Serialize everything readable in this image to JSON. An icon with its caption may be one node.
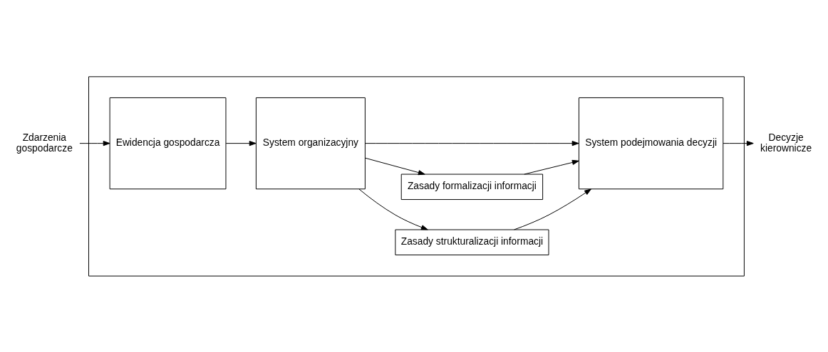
{
  "diagram": {
    "nodes": [
      {
        "text": [],
        "shape": "box"
      },
      {
        "text": [
          "Ewidencja gospodarcza"
        ],
        "in": 0
      },
      {
        "text": [
          "System organizacyjny"
        ],
        "in": 0
      },
      {
        "text": [
          "Zasady strukturalizacji informacji"
        ],
        "in": 0
      },
      {
        "text": [
          "Zasady formalizacji informacji"
        ],
        "in": 0
      },
      {
        "text": [
          "System podejmowania decyzji"
        ],
        "in": 0
      },
      {
        "text": [
          "Zdarzenia",
          "gospodarcze"
        ]
      },
      {
        "text": [
          "Decyzje",
          "kierownicze"
        ]
      }
    ],
    "edges": [
      {
        "from": 6,
        "to": 1,
        "arrow": "to"
      },
      {
        "from": 1,
        "to": 2,
        "arrow": "to"
      },
      {
        "from": 2,
        "to": 3,
        "arrow": "to"
      },
      {
        "from": 2,
        "to": 5,
        "arrow": "to"
      },
      {
        "from": 2,
        "to": 4,
        "arrow": "to"
      },
      {
        "from": 3,
        "to": 5,
        "arrow": "to"
      },
      {
        "from": 4,
        "to": 5,
        "arrow": "to"
      },
      {
        "from": 5,
        "to": 7,
        "arrow": "to"
      }
    ]
  }
}
